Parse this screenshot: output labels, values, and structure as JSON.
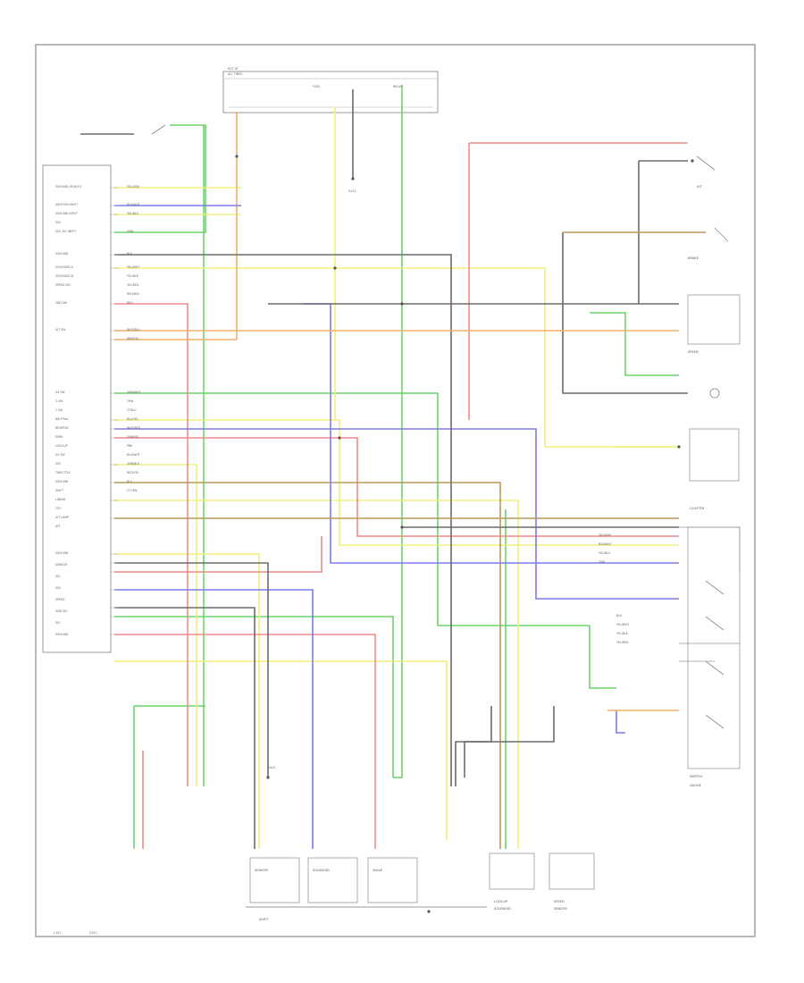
{
  "diagram": {
    "ecu_pins_upper": [
      "GROUND (PGM-FI)",
      "IGNITION INPUT",
      "GROUND INPUT",
      "SOL",
      "SOL SIG INPUT",
      "GROUND",
      "SOLENOID A",
      "SOLENOID B",
      "SPEED SIG",
      "2ND SW",
      "A/T SW"
    ],
    "ecu_pins_lower": [
      "D4 SW",
      "2 SW",
      "1 SW",
      "NEUTRAL",
      "REVERSE",
      "PARK",
      "LOCK-UP",
      "D3 SW",
      "VSS",
      "THROTTLE",
      "GROUND",
      "SHIFT",
      "LINEAR",
      "CPU",
      "A/T LAMP",
      "ATF"
    ],
    "ecu_pins_bottom": [
      "GROUND",
      "SENSOR",
      "SIG",
      "SOL",
      "SPEED",
      "GND SIG",
      "SIG",
      "GROUND"
    ],
    "wire_labels": [
      "YEL/GRN",
      "BLK/WHT",
      "YEL/BLU",
      "GRN",
      "BLK",
      "YEL/WHT",
      "YEL/BLK",
      "YEL/RED",
      "RED/BLK",
      "RED",
      "WHT/BLU",
      "BRN/YEL",
      "GRN/WHT",
      "ORN",
      "LT BLU",
      "BLU/YEL",
      "WHT/RED",
      "GRN/YEL",
      "PNK",
      "BLU/WHT",
      "GRN/BLK",
      "RED/YEL",
      "BLU",
      "LT GRN"
    ],
    "right_labels": [
      "A/T",
      "BRAKE",
      "SPEED",
      "CLUSTER",
      "SWITCH",
      "GAUGE"
    ],
    "bottom_component_labels": [
      "SENSOR",
      "SOLENOID",
      "VALVE",
      "SHIFT",
      "LOCK-UP",
      "SOLENOID",
      "SPEED",
      "SENSOR"
    ],
    "misc_labels": [
      "HOT AT",
      "ALL TIMES",
      "FUSE",
      "RELAY",
      "G101",
      "G401",
      "C101",
      "C201"
    ],
    "colors": {
      "green": "#6cd46c",
      "yellow": "#f2ef7a",
      "red": "#f28a8a",
      "blue": "#7b7bf0",
      "gray": "#6b6b6b",
      "orange": "#f0b068",
      "brown": "#b89a5a",
      "frame": "#9a9a9a"
    }
  }
}
